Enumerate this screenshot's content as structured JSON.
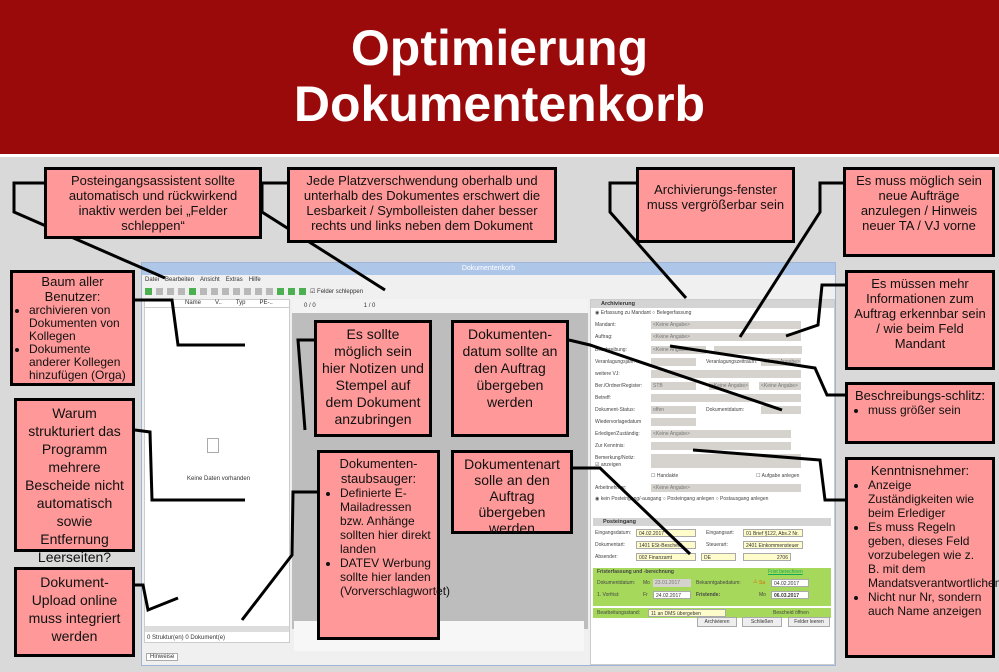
{
  "slide": {
    "title_line1": "Optimierung",
    "title_line2": "Dokumentenkorb"
  },
  "window": {
    "title": "Dokumentenkorb",
    "menu": [
      "Datei",
      "Bearbeiten",
      "Ansicht",
      "Extras",
      "Hilfe"
    ],
    "felder_schleppen": "Felder schleppen",
    "left_columns": [
      "Name",
      "V..",
      "Typ",
      "PE-.."
    ],
    "no_data": "Keine Daten vorhanden",
    "status": "0 Struktur(en)   0 Dokument(e)",
    "bottom_tab": "Hinweise",
    "center_pages": "0 / 0",
    "center_page2": "1 / 0",
    "form": {
      "section_archive": "Archivierung",
      "radio1": "Erfassung zu Mandant",
      "radio2": "Belegerfassung",
      "labels": [
        "Mandant:",
        "Auftrag:",
        "Beschreibung:",
        "Veranlagungsjahr:",
        "weitere VJ:",
        "Ber./Ordner/Register:",
        "Betreff:",
        "Dokument-Status:",
        "Wiedervorlagedatum",
        "Erlediger/Zuständig:",
        "Zur Kenntnis:",
        "Bemerkung/Notiz:",
        "Arbeitnehmer:"
      ],
      "placeholder": "<Keine Angabe>",
      "stb": "STB",
      "status": "offen",
      "dokdatum_label": "Dokumentdatum:",
      "veranl_label": "Veranlagungszeitraum:",
      "anzeigen": "anzeigen",
      "handakte": "Handakte",
      "aufgabe": "Aufgabe anlegen",
      "radio_post": [
        "kein Posteingang/-ausgang",
        "Posteingang anlegen",
        "Postausgang anlegen"
      ],
      "section_post": "Posteingang",
      "post": {
        "eingangsdatum_l": "Eingangsdatum:",
        "eingangsdatum": "04.02.2017",
        "eingangsart_l": "Eingangsart:",
        "eingangsart": "01  Brief §122, Abs.2 Nr.",
        "dokart_l": "Dokumentart:",
        "dokart": "1401  ESt-Bescheid",
        "steuerart_l": "Steuerart:",
        "steuerart": "2401  Einkommensteuer",
        "absender_l": "Absender:",
        "absender": "002  Finanzamt",
        "land": "DE",
        "nr": "2706"
      },
      "frist": {
        "title": "Fristerfassung und -berechnung",
        "link": "Frist berechnen",
        "dokdatum_l": "Dokumentdatum:",
        "dokdatum_wd": "Mo",
        "dokdatum": "23.01.2017",
        "bekannt_l": "Bekanntgabedatum:",
        "bekannt_wd": "Sa",
        "bekannt": "04.02.2017",
        "vorfrist_l": "1. Vorfrist:",
        "vorfrist_wd": "Fr",
        "vorfrist": "24.02.2017",
        "fristende_l": "Fristende:",
        "fristende_wd": "Mo",
        "fristende": "06.03.2017",
        "stand_l": "Bearbeitungsstand:",
        "stand": "11  an DMS übergeben",
        "bescheid": "Bescheid öffnen"
      },
      "buttons": [
        "Archivieren",
        "Schließen",
        "Felder leeren"
      ]
    }
  },
  "notes": {
    "n1": "Posteingangsassistent sollte automatisch und rückwirkend inaktiv werden bei „Felder schleppen“",
    "n2": "Jede Platzverschwendung oberhalb und unterhalb des Dokumentes erschwert die Lesbarkeit / Symbolleisten daher besser rechts und links neben dem Dokument",
    "n3": "Archivierungs-fenster muss vergrößerbar sein",
    "n4": "Es muss möglich sein neue Aufträge anzulegen / Hinweis neuer TA / VJ vorne",
    "n5_title": "Baum aller Benutzer:",
    "n5_items": [
      "archivieren von Dokumenten von Kollegen",
      "Dokumente anderer Kollegen hinzufügen (Orga)"
    ],
    "n6": "Es müssen mehr Informationen zum Auftrag erkennbar sein / wie beim Feld Mandant",
    "n7": "Es sollte möglich sein hier Notizen und Stempel auf dem Dokument anzubringen",
    "n8": "Dokumenten-datum sollte an den Auftrag übergeben werden",
    "n9": "Warum strukturiert das Programm mehrere Bescheide nicht automatisch sowie Entfernung Leerseiten?",
    "n10_title": "Beschreibungs-schlitz:",
    "n10_items": [
      "muss größer sein"
    ],
    "n11_title": "Dokumenten-staubsauger:",
    "n11_items": [
      "Definierte E-Mailadressen bzw. Anhänge sollten hier direkt landen",
      "DATEV Werbung sollte hier landen (Vorverschlagwortet)"
    ],
    "n12": "Dokumentenart solle an den Auftrag übergeben werden",
    "n13_title": "Kenntnisnehmer:",
    "n13_items": [
      "Anzeige Zuständigkeiten wie beim Erlediger",
      "Es muss Regeln geben, dieses Feld vorzubelegen wie z. B. mit dem Mandatsverantwortlichen",
      "Nicht nur Nr, sondern auch Name anzeigen"
    ],
    "n14": "Dokument-Upload online muss integriert werden"
  },
  "colors": {
    "header": "#9b0a0a",
    "note": "#ff9999",
    "green": "#a6d95b"
  }
}
